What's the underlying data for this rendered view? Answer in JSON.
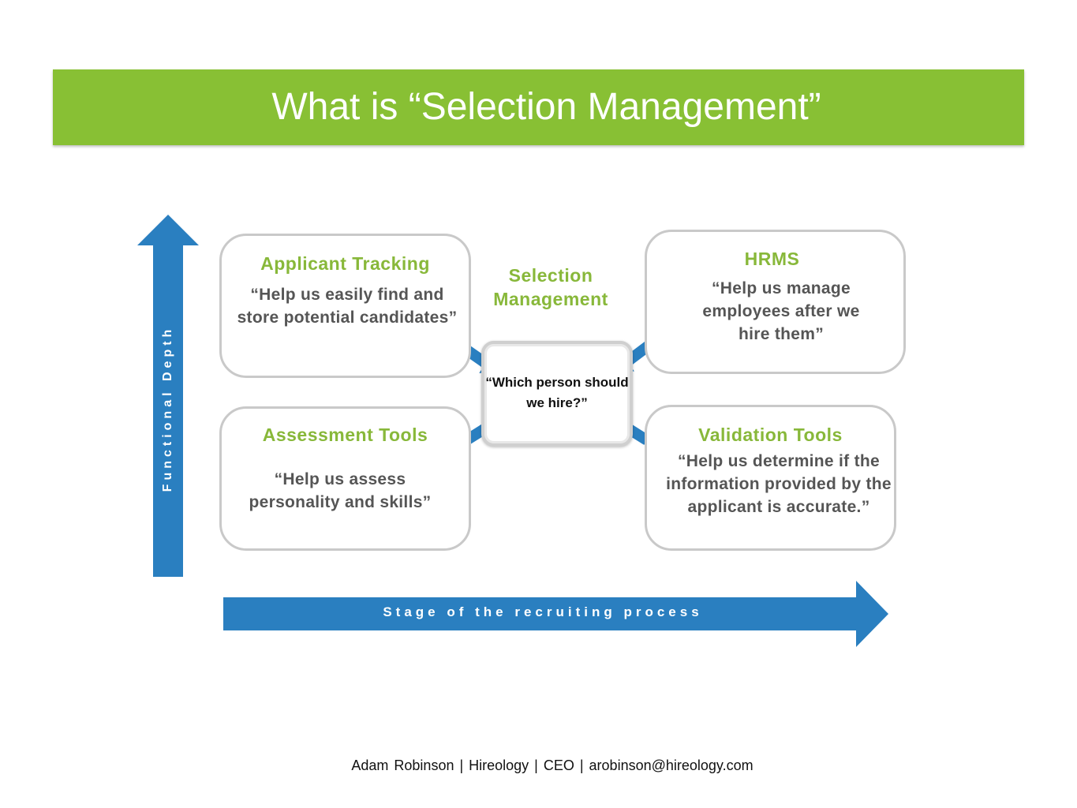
{
  "title": "What is “Selection Management”",
  "center": {
    "label": "Selection Management",
    "question": "“Which person should we hire?”"
  },
  "cards": {
    "applicant_tracking": {
      "title": "Applicant Tracking",
      "quote": "“Help us easily find and store potential candidates”"
    },
    "hrms": {
      "title": "HRMS",
      "quote": "“Help us manage employees after we hire them”"
    },
    "assessment_tools": {
      "title": "Assessment Tools",
      "quote": "“Help us assess personality and skills”"
    },
    "validation_tools": {
      "title": "Validation Tools",
      "quote": "“Help us determine if the information provided by the applicant is accurate.”"
    }
  },
  "axes": {
    "vertical": "Functional Depth",
    "horizontal": "Stage of the recruiting process"
  },
  "footer": "Adam Robinson | Hireology | CEO | arobinson@hireology.com",
  "colors": {
    "accent_green": "#88c034",
    "arrow_blue": "#2a7fc0",
    "card_border": "#c9c9c9"
  }
}
